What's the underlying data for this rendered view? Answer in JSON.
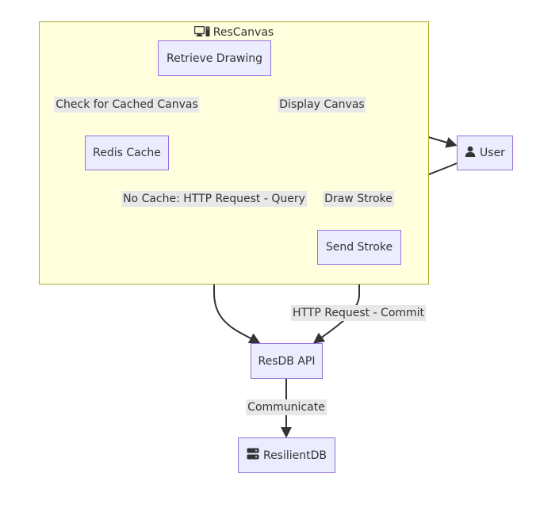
{
  "group": {
    "title": "ResCanvas",
    "icon": "desktop-icon"
  },
  "nodes": {
    "retrieve_drawing": {
      "label": "Retrieve Drawing"
    },
    "redis_cache": {
      "label": "Redis Cache"
    },
    "send_stroke": {
      "label": "Send Stroke"
    },
    "user": {
      "label": "User",
      "icon": "user-icon"
    },
    "resdb_api": {
      "label": "ResDB API"
    },
    "resilientdb": {
      "label": "ResilientDB",
      "icon": "server-icon"
    }
  },
  "edges": {
    "check_cache": {
      "label": "Check for Cached Canvas"
    },
    "display_canvas": {
      "label": "Display Canvas"
    },
    "no_cache": {
      "label": "No Cache: HTTP Request - Query"
    },
    "draw_stroke": {
      "label": "Draw Stroke"
    },
    "http_commit": {
      "label": "HTTP Request - Commit"
    },
    "communicate": {
      "label": "Communicate"
    }
  },
  "colors": {
    "node_fill": "#ececff",
    "node_border": "#9370db",
    "group_fill": "#ffffde",
    "group_border": "#aaaa33",
    "edge": "#333333",
    "label_bg": "#e8e8e8"
  }
}
